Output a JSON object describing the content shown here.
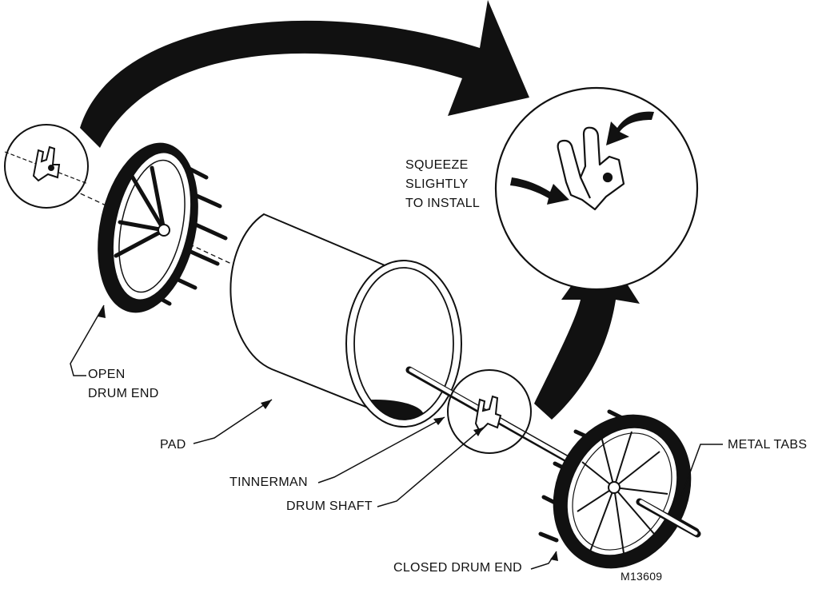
{
  "labels": {
    "squeeze_line1": "SQUEEZE",
    "squeeze_line2": "SLIGHTLY",
    "squeeze_line3": "TO INSTALL",
    "open_line1": "OPEN",
    "open_line2": "DRUM END",
    "pad": "PAD",
    "tinnerman": "TINNERMAN",
    "drum_shaft": "DRUM SHAFT",
    "metal_tabs": "METAL TABS",
    "closed_drum_end": "CLOSED DRUM END",
    "figure_id": "M13609"
  },
  "colors": {
    "ink": "#111111",
    "paper": "#ffffff"
  }
}
